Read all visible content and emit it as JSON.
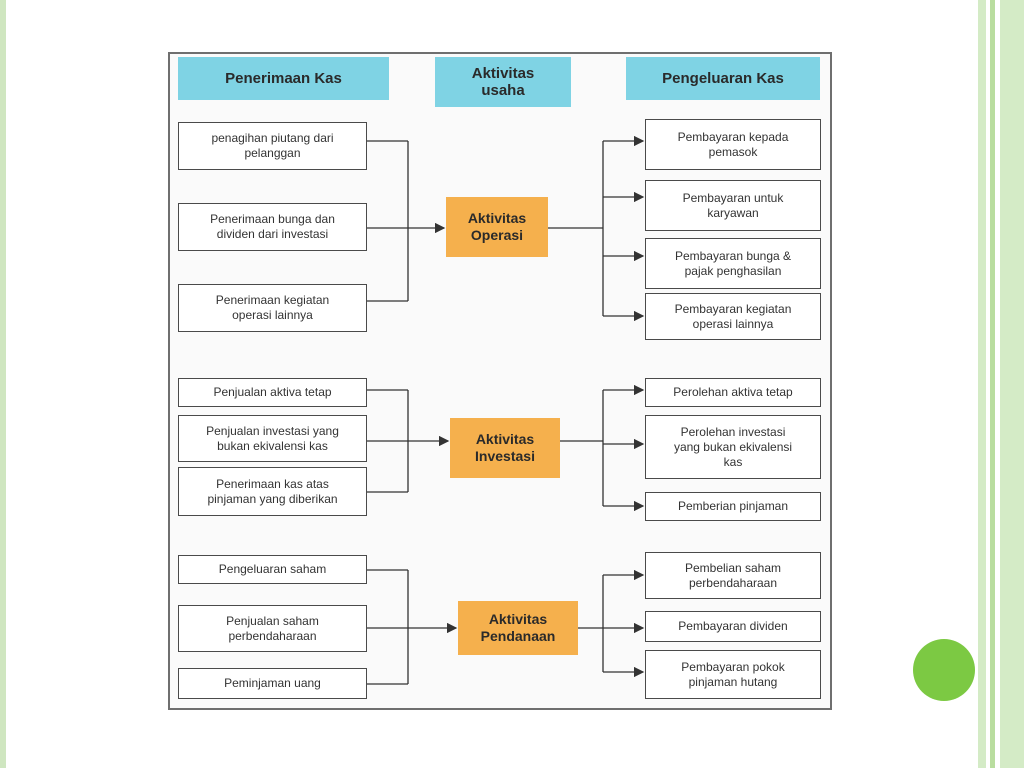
{
  "headers": {
    "receipts": "Penerimaan Kas",
    "business": "Aktivitas\nusaha",
    "payments": "Pengeluaran Kas"
  },
  "operating": {
    "title": "Aktivitas\nOperasi",
    "inflows": [
      "penagihan piutang dari\npelanggan",
      "Penerimaan bunga dan\ndividen dari investasi",
      "Penerimaan kegiatan\noperasi lainnya"
    ],
    "outflows": [
      "Pembayaran kepada\npemasok",
      "Pembayaran untuk\nkaryawan",
      "Pembayaran bunga &\npajak penghasilan",
      "Pembayaran kegiatan\noperasi lainnya"
    ]
  },
  "investing": {
    "title": "Aktivitas\nInvestasi",
    "inflows": [
      "Penjualan aktiva tetap",
      "Penjualan investasi yang\nbukan ekivalensi kas",
      "Penerimaan kas atas\npinjaman yang diberikan"
    ],
    "outflows": [
      "Perolehan aktiva tetap",
      "Perolehan investasi\nyang bukan ekivalensi\nkas",
      "Pemberian pinjaman"
    ]
  },
  "financing": {
    "title": "Aktivitas\nPendanaan",
    "inflows": [
      "Pengeluaran saham",
      "Penjualan saham\nperbendaharaan",
      "Peminjaman uang"
    ],
    "outflows": [
      "Pembelian saham\nperbendaharaan",
      "Pembayaran dividen",
      "Pembayaran pokok\npinjaman hutang"
    ]
  },
  "colors": {
    "header": "#7fd3e4",
    "activity": "#f5b04d",
    "accent_circle": "#7cc943",
    "side_stripes": "#d4ebc6"
  }
}
